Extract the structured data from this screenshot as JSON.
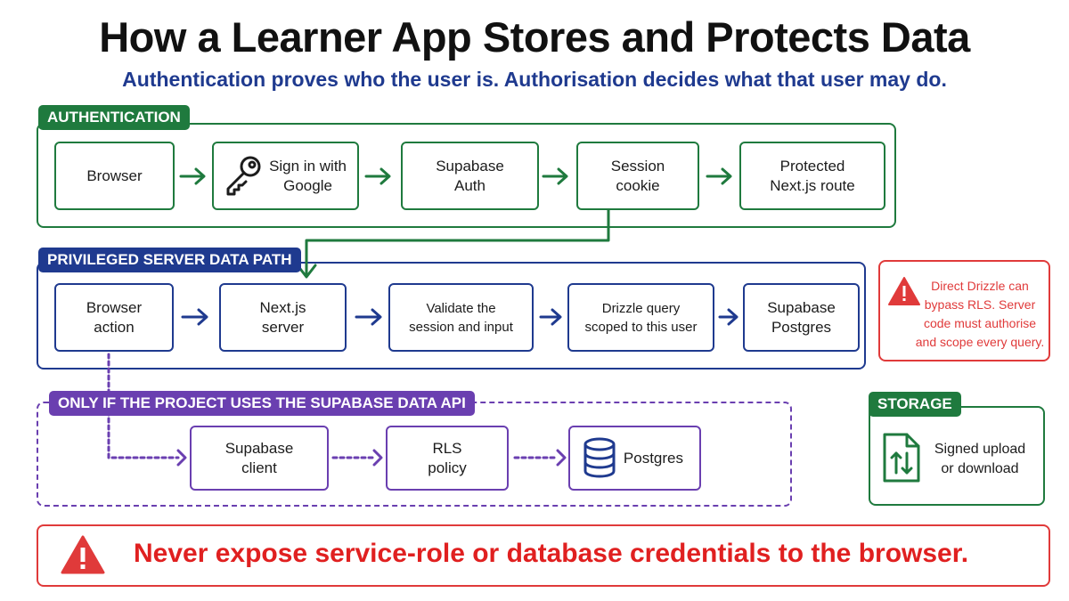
{
  "title": "How a Learner App Stores and Protects Data",
  "subtitle": "Authentication proves who the user is. Authorisation decides what that user may do.",
  "authentication": {
    "label": "AUTHENTICATION",
    "nodes": [
      "Browser",
      "Sign in with\nGoogle",
      "Supabase\nAuth",
      "Session\ncookie",
      "Protected\nNext.js route"
    ]
  },
  "privileged": {
    "label": "PRIVILEGED SERVER DATA PATH",
    "nodes": [
      "Browser\naction",
      "Next.js\nserver",
      "Validate the\nsession and input",
      "Drizzle query\nscoped to this user",
      "Supabase\nPostgres"
    ]
  },
  "data_api": {
    "label": "ONLY IF THE PROJECT USES THE SUPABASE DATA API",
    "nodes": [
      "Supabase\nclient",
      "RLS\npolicy",
      "Postgres"
    ]
  },
  "storage": {
    "label": "STORAGE",
    "text": "Signed upload\nor download"
  },
  "side_warning": "Direct Drizzle can\nbypass RLS. Server\ncode must authorise\nand scope every query.",
  "bottom_warning": "Never expose service-role or database credentials to the browser.",
  "colors": {
    "green": "#1f7a3e",
    "blue": "#1f3a8f",
    "purple": "#6a3fb0",
    "red": "#e03a3a"
  },
  "icons": [
    "key-icon",
    "database-icon",
    "file-transfer-icon",
    "warning-icon"
  ]
}
